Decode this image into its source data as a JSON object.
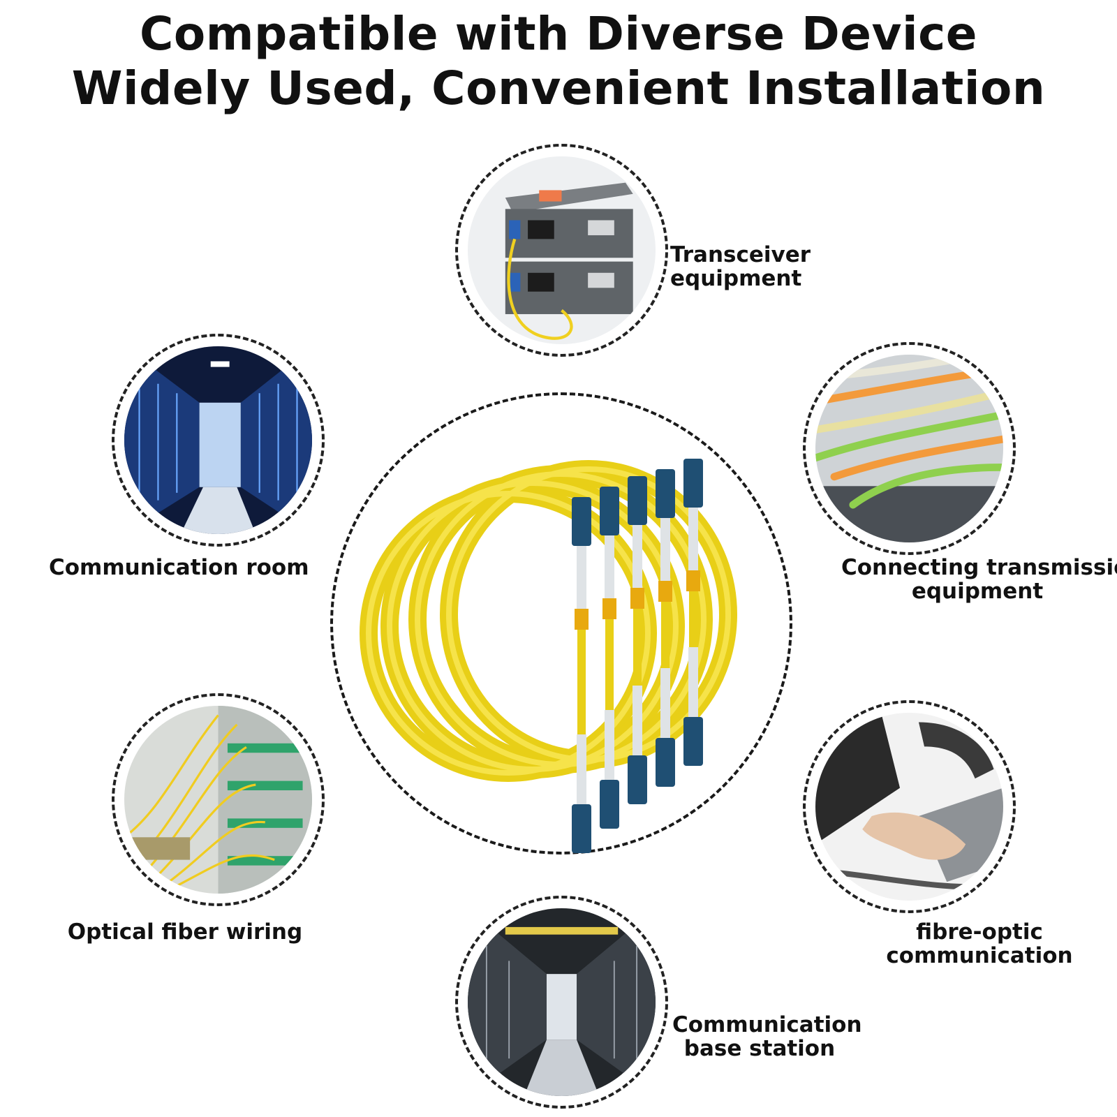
{
  "heading": {
    "line1": "Compatible with Diverse Device",
    "line2": "Widely Used, Convenient Installation"
  },
  "applications": [
    {
      "id": "transceiver",
      "line1": "Transceiver",
      "line2": "equipment",
      "icon": "transceiver-photo"
    },
    {
      "id": "comm-room",
      "line1": "Communication room",
      "line2": "",
      "icon": "server-room-photo"
    },
    {
      "id": "connecting",
      "line1": "Connecting transmission",
      "line2": "equipment",
      "icon": "patch-panel-photo"
    },
    {
      "id": "fiber-wiring",
      "line1": "Optical fiber wiring",
      "line2": "",
      "icon": "fiber-wiring-photo"
    },
    {
      "id": "fibre-optic",
      "line1": "fibre-optic",
      "line2": "communication",
      "icon": "telephone-photo"
    },
    {
      "id": "base-station",
      "line1": "Communication",
      "line2": "base station",
      "icon": "data-center-photo"
    }
  ],
  "product": {
    "icon": "fiber-patch-cable-bundle",
    "cable_color": "#f2dc1e",
    "connector_color": "#1f4f73"
  },
  "colors": {
    "ring": "#222222",
    "text": "#111111"
  }
}
